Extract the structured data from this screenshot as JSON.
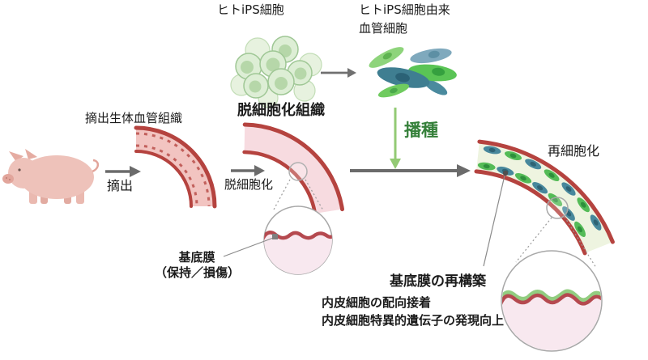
{
  "figure": {
    "description_labels": {
      "ips_cells": "ヒトiPS細胞",
      "derived_line1": "ヒトiPS細胞由来",
      "derived_line2": "血管細胞",
      "seeding": "播種",
      "extracted_tissue": "摘出生体血管組織",
      "extraction": "摘出",
      "decellularized_tissue": "脱細胞化組織",
      "decellularization": "脱細胞化",
      "recellularization": "再細胞化",
      "basement_membrane_line1": "基底膜",
      "basement_membrane_line2": "（保持／損傷）",
      "basement_reconstruction": "基底膜の再構築",
      "finding_line1": "内皮細胞の配向接着",
      "finding_line2": "内皮細胞特異的遺伝子の発現向上"
    },
    "icons": {
      "pig": "pig-illustration",
      "ips_cluster": "ips-cell-cluster-icon",
      "vascular_cells": "vascular-cells-icon",
      "vessel_native": "native-vessel-icon",
      "vessel_decellularized": "decellularized-vessel-icon",
      "vessel_recellularized": "recellularized-vessel-icon",
      "magnifier_left": "basement-membrane-zoom-circle",
      "magnifier_right": "reconstructed-membrane-zoom-circle"
    },
    "colors": {
      "arrow_gray": "#6b6b6b",
      "seeding_text_green": "#35803a",
      "seeding_arrow_green": "#93ca74",
      "vessel_wall_red": "#b5433f",
      "native_vessel_fill": "#f2c4c1",
      "decell_vessel_fill": "#f7dbe0",
      "recell_vessel_fill": "#eef4e0",
      "cell_green": "#54bb57",
      "cell_teal": "#47889c",
      "ips_cell_fill": "#ddeed5",
      "ips_cell_stroke": "#9fc795",
      "ips_nucleus": "#b6d7a9",
      "pig_pink": "#eec2ba",
      "zoom_circle_pink": "#f8e8ef",
      "membrane_red": "#b5494f",
      "membrane_green": "#92cd80",
      "text_black": "#1b1b1b"
    }
  }
}
